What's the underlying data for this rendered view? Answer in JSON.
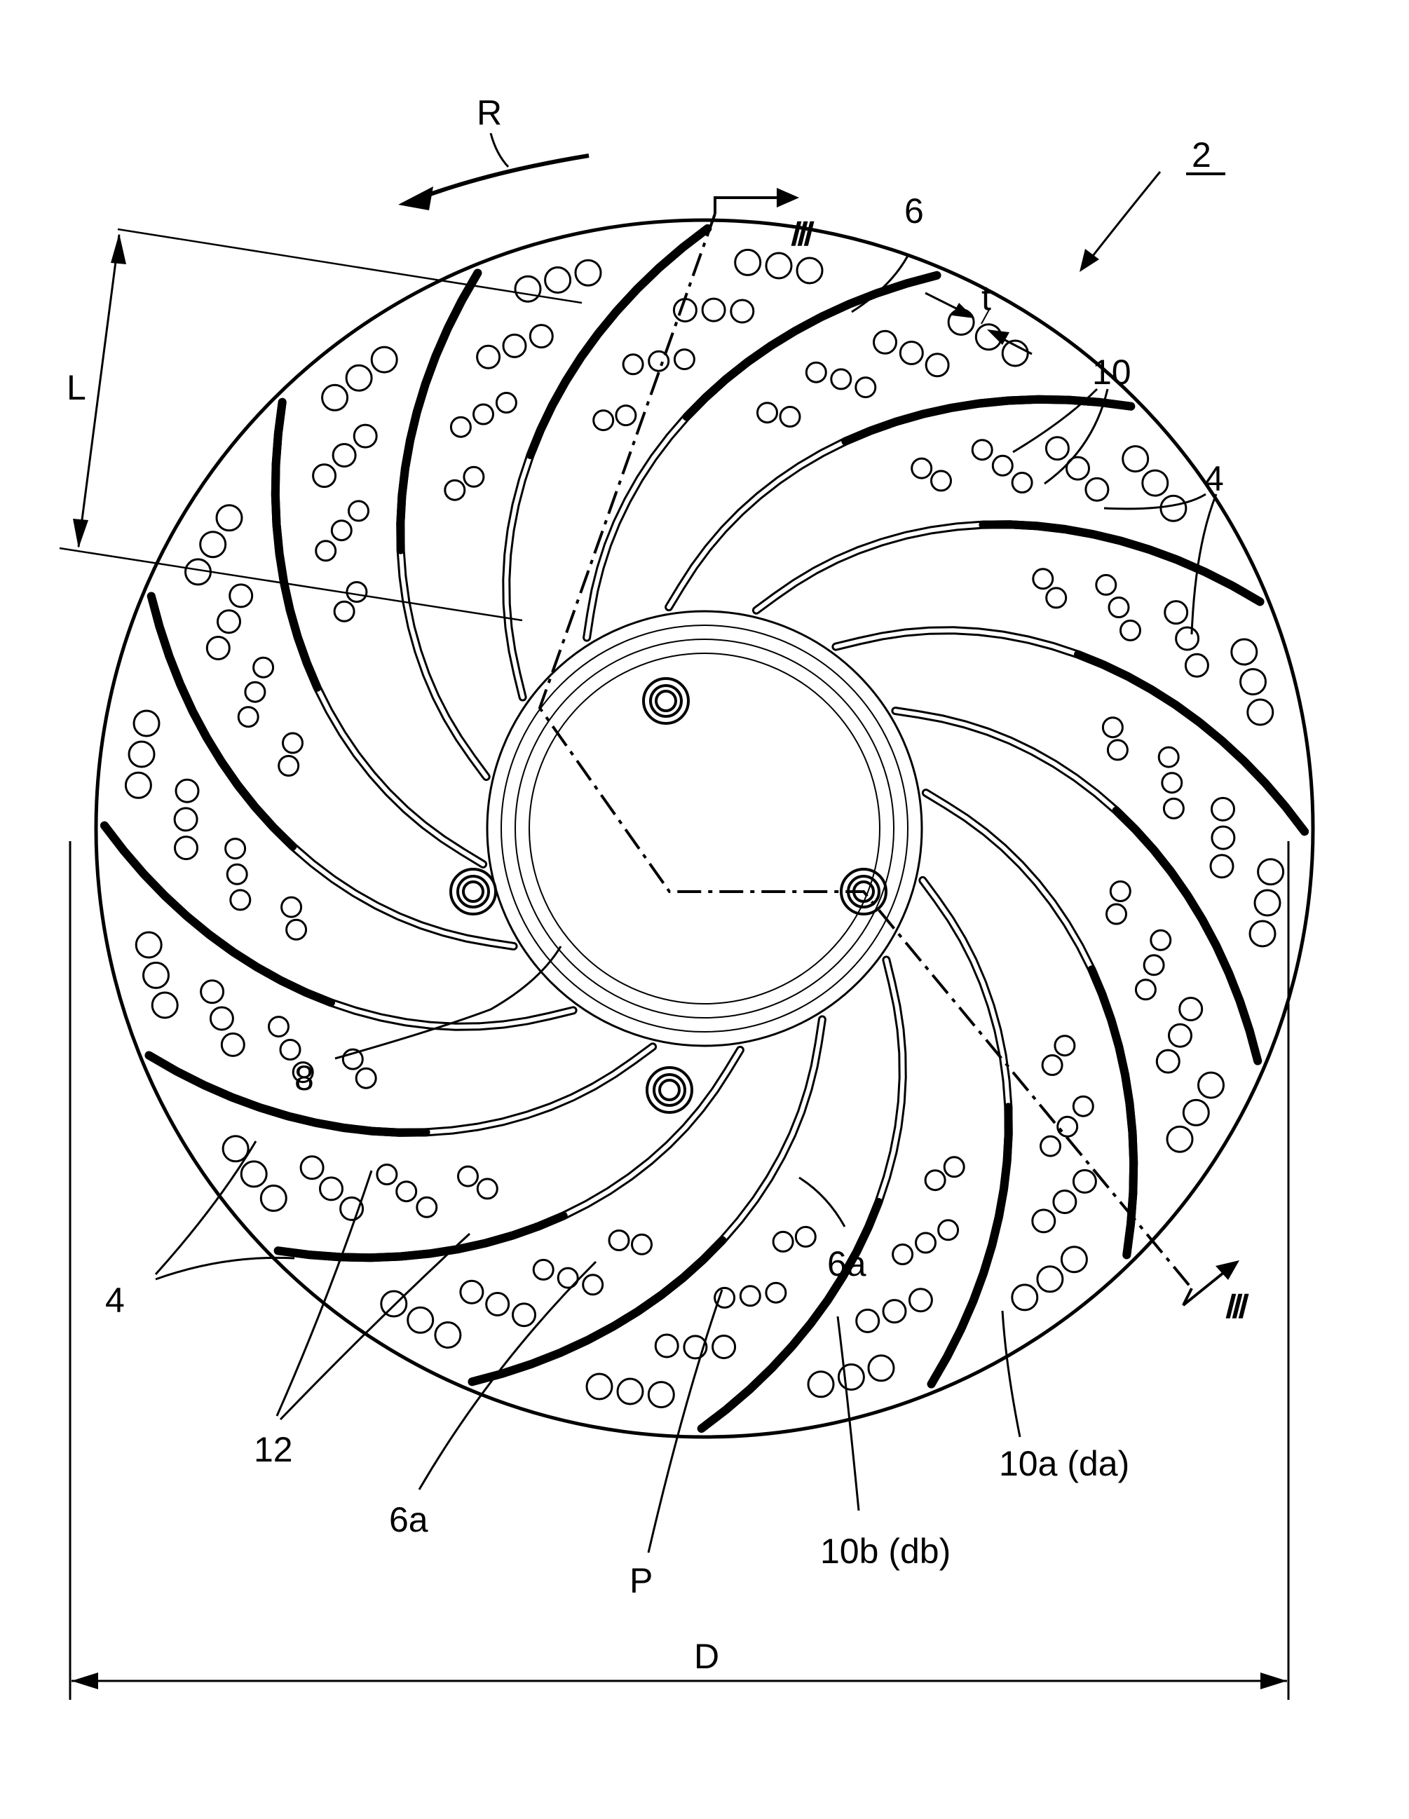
{
  "figure": {
    "ref_numeral": "2",
    "rotation_label": "R",
    "section_label": "Ⅲ",
    "length_label": "L",
    "thickness_label": "t",
    "diameter_label": "D",
    "vane_label": "4",
    "disc_label": "6",
    "disc_region_label": "6a",
    "hub_label": "8",
    "hole_label": "10",
    "hole_large_label": "10a (da)",
    "hole_small_label": "10b (db)",
    "groove_label": "12",
    "pitch_label": "P"
  }
}
